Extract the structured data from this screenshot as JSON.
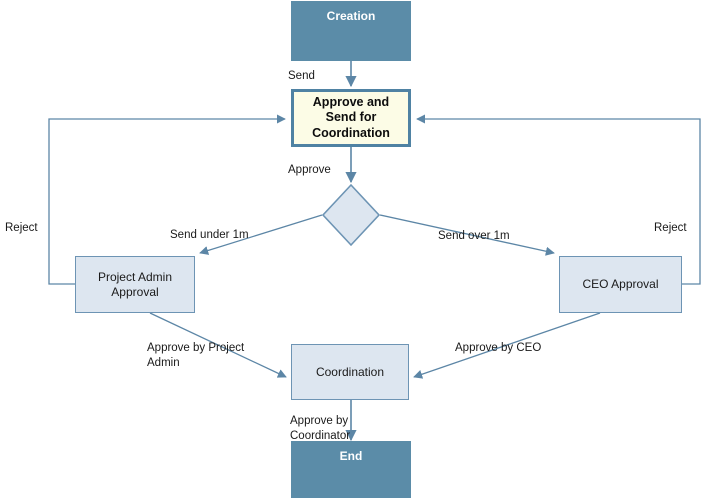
{
  "diagram": {
    "title": "Approval Workflow Flowchart",
    "colors": {
      "terminal_fill": "#5b8ca8",
      "process_fill": "#dde6f0",
      "process_stroke": "#6d94b4",
      "highlight_fill": "#fcfce6",
      "highlight_stroke": "#4f82a3",
      "connector": "#5c86a6",
      "text": "#1a1a1a"
    },
    "nodes": {
      "creation": {
        "label": "Creation",
        "shape": "terminal"
      },
      "approve_send": {
        "label": "Approve and\nSend for\nCoordination",
        "shape": "process-highlight"
      },
      "decision": {
        "label": "",
        "shape": "diamond"
      },
      "project_admin": {
        "label": "Project Admin\nApproval",
        "shape": "process"
      },
      "ceo_approval": {
        "label": "CEO Approval",
        "shape": "process"
      },
      "coordination": {
        "label": "Coordination",
        "shape": "process"
      },
      "end": {
        "label": "End",
        "shape": "terminal"
      }
    },
    "edge_labels": {
      "send": "Send",
      "approve": "Approve",
      "send_under": "Send under 1m",
      "send_over": "Send over 1m",
      "reject_left": "Reject",
      "reject_right": "Reject",
      "approve_by_project_admin": "Approve by Project\nAdmin",
      "approve_by_ceo": "Approve by CEO",
      "approve_by_coordinator": "Approve by\nCoordinator"
    }
  }
}
